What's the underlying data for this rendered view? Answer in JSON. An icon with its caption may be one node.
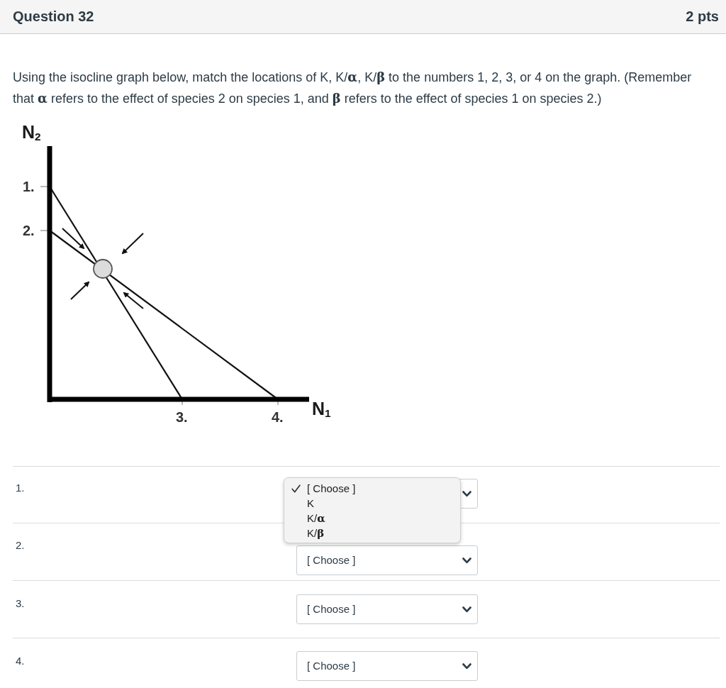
{
  "diagram": {
    "title": "Question 32",
    "labels": [
      "2 pts",
      "Using the isocline graph below, match the locations of K, K/**α**, K/**β** to the numbers 1, 2, 3, or 4 on the graph. (Remember that **α** refers to the effect of species 2 on species 1, and **β** refers to the effect of species 1 on species 2.)",
      "N$_{2}$",
      "1.",
      "2.",
      "3.",
      "4.",
      "N$_{1}$",
      "1.",
      "[ Choose ]",
      "K",
      "K/**α**",
      "K/**β**",
      "2.",
      "[ Choose ]",
      "3.",
      "[ Choose ]",
      "4.",
      "[ Choose ]"
    ]
  }
}
